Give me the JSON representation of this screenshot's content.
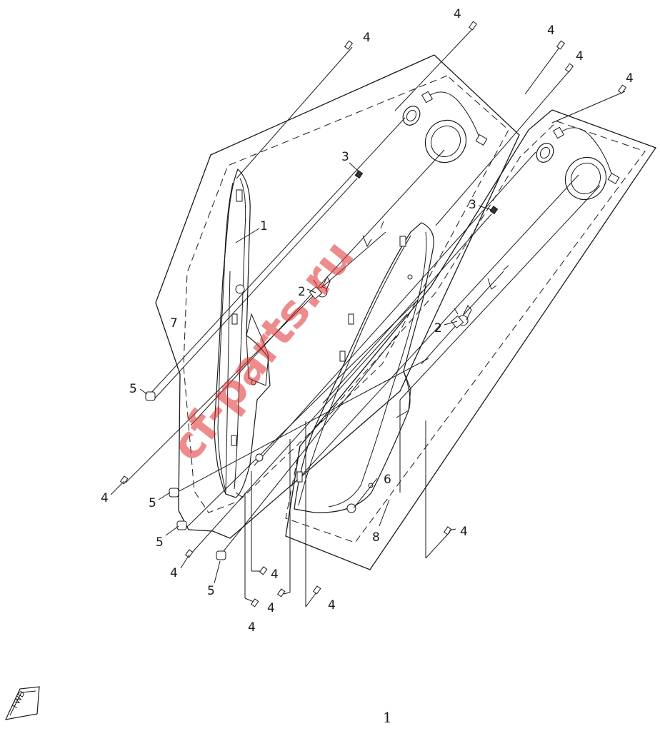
{
  "diagram": {
    "callouts": [
      {
        "id": "c-4a",
        "text": "4"
      },
      {
        "id": "c-4b",
        "text": "4"
      },
      {
        "id": "c-4c",
        "text": "4"
      },
      {
        "id": "c-4d",
        "text": "4"
      },
      {
        "id": "c-4e",
        "text": "4"
      },
      {
        "id": "c-3a",
        "text": "3"
      },
      {
        "id": "c-3b",
        "text": "3"
      },
      {
        "id": "c-1",
        "text": "1"
      },
      {
        "id": "c-7",
        "text": "7"
      },
      {
        "id": "c-2a",
        "text": "2"
      },
      {
        "id": "c-2b",
        "text": "2"
      },
      {
        "id": "c-5a",
        "text": "5"
      },
      {
        "id": "c-4f",
        "text": "4"
      },
      {
        "id": "c-5b",
        "text": "5"
      },
      {
        "id": "c-5c",
        "text": "5"
      },
      {
        "id": "c-4g",
        "text": "4"
      },
      {
        "id": "c-5d",
        "text": "5"
      },
      {
        "id": "c-4h",
        "text": "4"
      },
      {
        "id": "c-4i",
        "text": "4"
      },
      {
        "id": "c-4j",
        "text": "4"
      },
      {
        "id": "c-4k",
        "text": "4"
      },
      {
        "id": "c-6",
        "text": "6"
      },
      {
        "id": "c-8",
        "text": "8"
      },
      {
        "id": "c-4l",
        "text": "4"
      }
    ],
    "watermark": "cf-parts.ru",
    "page_number": "1",
    "direction_badge": "FWD"
  },
  "colors": {
    "line": "#1a1a1a",
    "watermark": "#e03030",
    "background": "#ffffff"
  }
}
